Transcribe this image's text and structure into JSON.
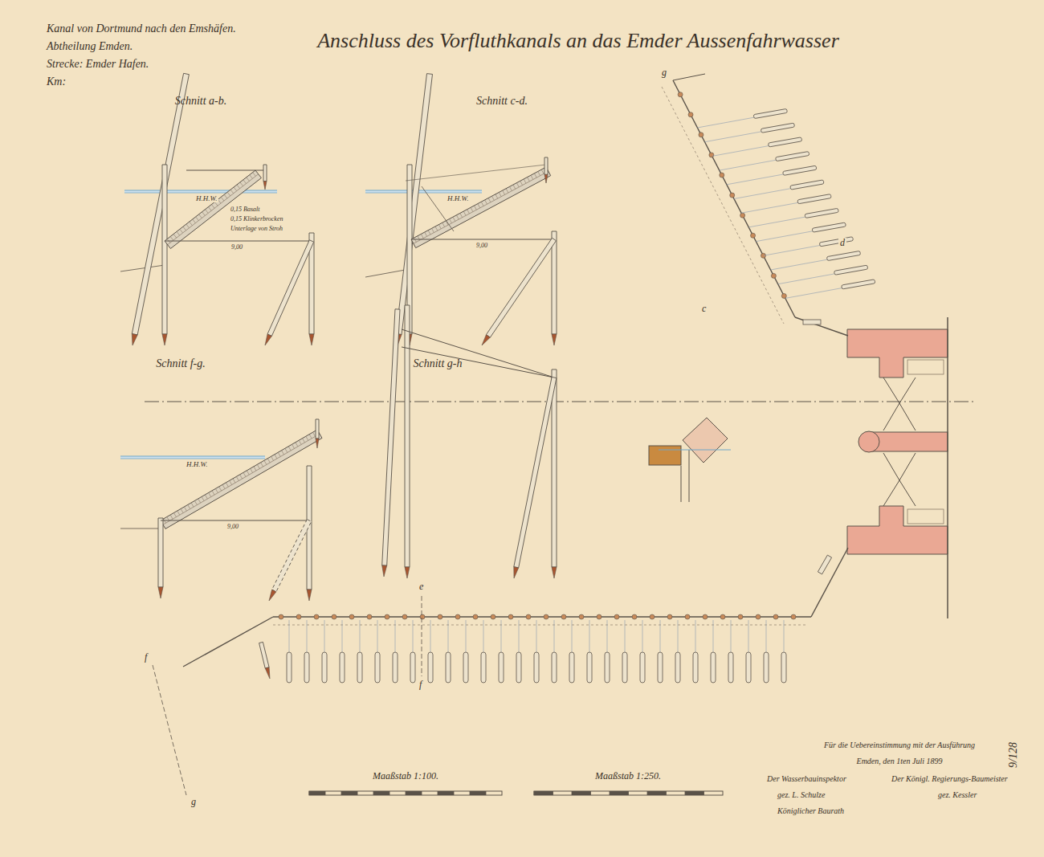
{
  "diagram": {
    "title": "Anschluss des Vorfluthkanals an das Emder Aussenfahrwasser",
    "labels": [
      "Kanal von Dortmund nach den Emshäfen.",
      "Abtheilung Emden.",
      "Strecke: Emder Hafen.",
      "Km:",
      "Schnitt a-b.",
      "Schnitt c-d.",
      "Schnitt f-g.",
      "Schnitt g-h",
      "H.H.W.",
      "0,15 Basalt",
      "0,15 Klinkerbrocken",
      "Unterlage von Stroh",
      "H.H.W.",
      "H.H.W.",
      "9,00",
      "9,00",
      "9,00",
      "g",
      "c",
      "d",
      "e",
      "f",
      "f",
      "g",
      "Maaßstab 1:100.",
      "Maaßstab 1:250.",
      "Für die Uebereinstimmung mit der Ausführung",
      "Emden, den 1ten Juli 1899",
      "Der Wasserbauinspektor",
      "Der Königl. Regierungs-Baumeister",
      "gez. L. Schulze",
      "gez. Kessler",
      "Königlicher Baurath",
      "9/128"
    ]
  }
}
